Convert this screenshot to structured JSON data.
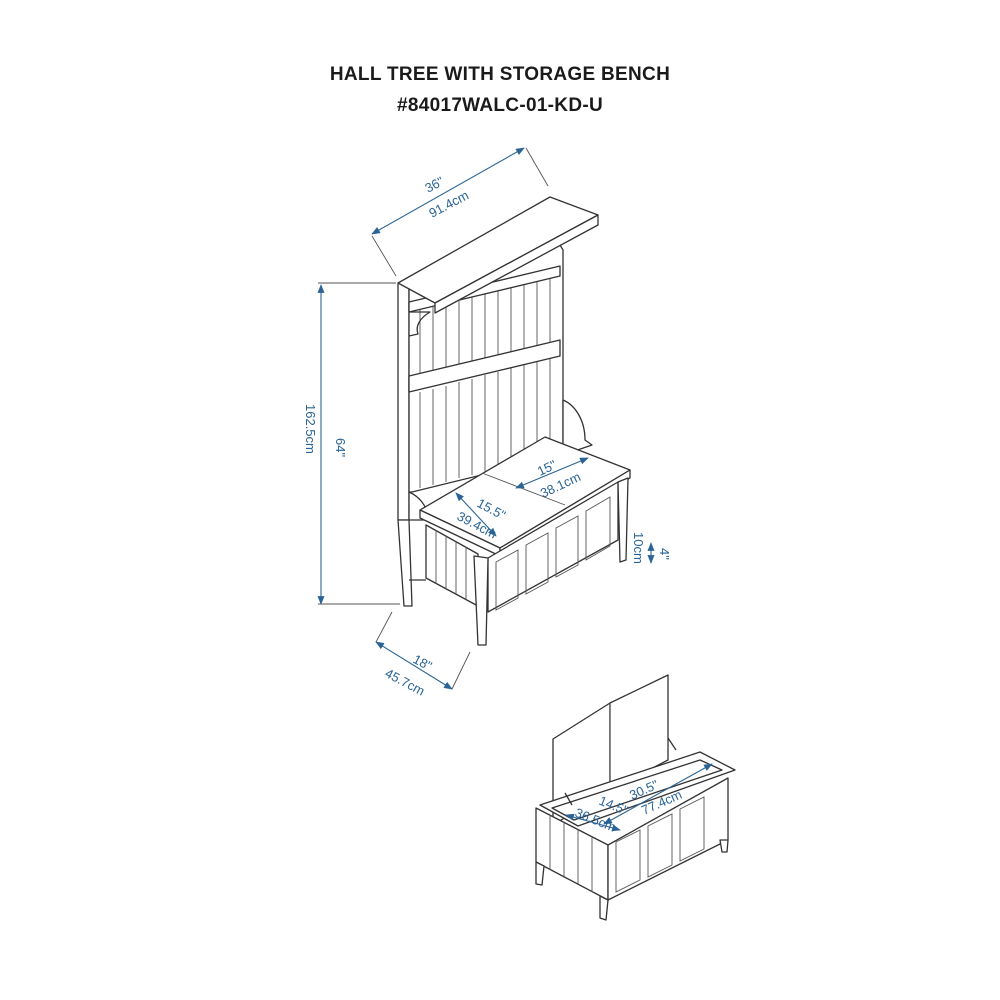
{
  "title": "HALL TREE WITH STORAGE BENCH",
  "model": "#84017WALC-01-KD-U",
  "colors": {
    "line": "#333333",
    "dimension": "#2a6496"
  },
  "dimensions": {
    "width_in": "36\"",
    "width_cm": "91.4cm",
    "height_in": "64\"",
    "height_cm": "162.5cm",
    "depth_in": "18\"",
    "depth_cm": "45.7cm",
    "seat_lid_left_in": "15.5\"",
    "seat_lid_left_cm": "39.4cm",
    "seat_lid_right_in": "15\"",
    "seat_lid_right_cm": "38.1cm",
    "leg_in": "4\"",
    "leg_cm": "10cm",
    "storage_depth_in": "14.5\"",
    "storage_depth_cm": "36.5cm",
    "storage_width_in": "30.5\"",
    "storage_width_cm": "77.4cm"
  }
}
